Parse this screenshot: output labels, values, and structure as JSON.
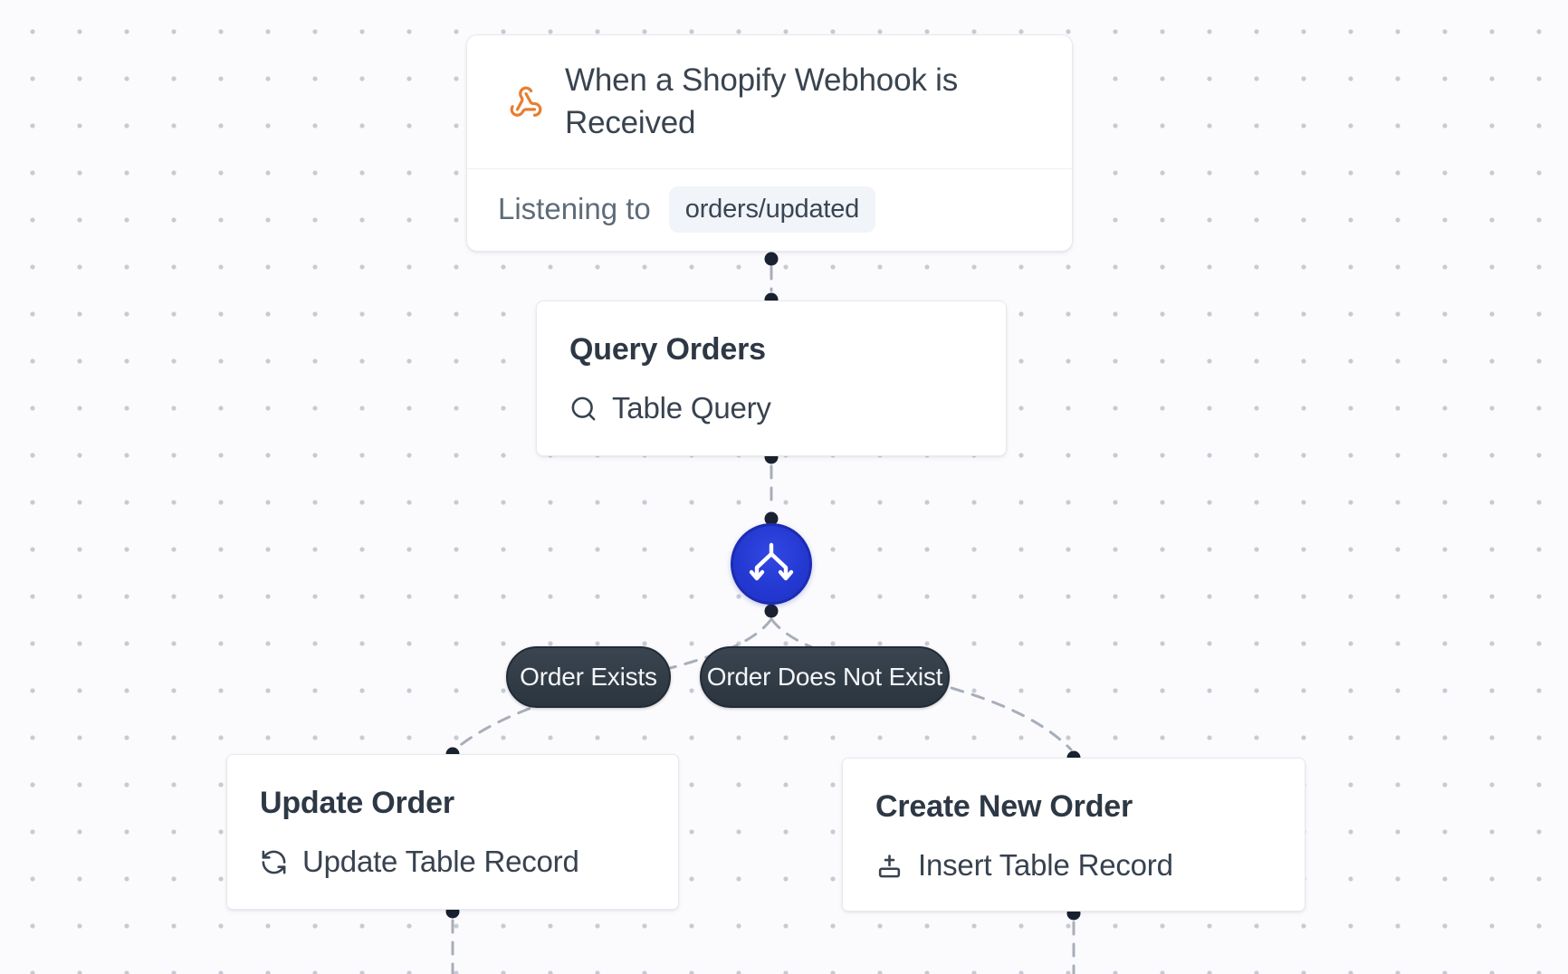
{
  "canvas": {
    "background": "#fbfbfd",
    "grid_dot_color": "#c6cad3",
    "connector_color": "#a8aeb9",
    "handle_dot_color": "#1a2130"
  },
  "nodes": {
    "webhook_trigger": {
      "title": "When a Shopify Webhook is Received",
      "icon": "webhook-icon",
      "icon_color": "#e87d2f",
      "listening_label": "Listening to",
      "topic": "orders/updated"
    },
    "query_orders": {
      "title": "Query Orders",
      "action": "Table Query",
      "icon": "search-icon"
    },
    "branch": {
      "icon": "split-icon",
      "color": "#2439d2"
    },
    "update_order": {
      "title": "Update Order",
      "action": "Update Table Record",
      "icon": "refresh-icon"
    },
    "create_new_order": {
      "title": "Create New Order",
      "action": "Insert Table Record",
      "icon": "insert-record-icon"
    }
  },
  "branch_labels": {
    "left": "Order Exists",
    "right": "Order Does Not Exist"
  }
}
